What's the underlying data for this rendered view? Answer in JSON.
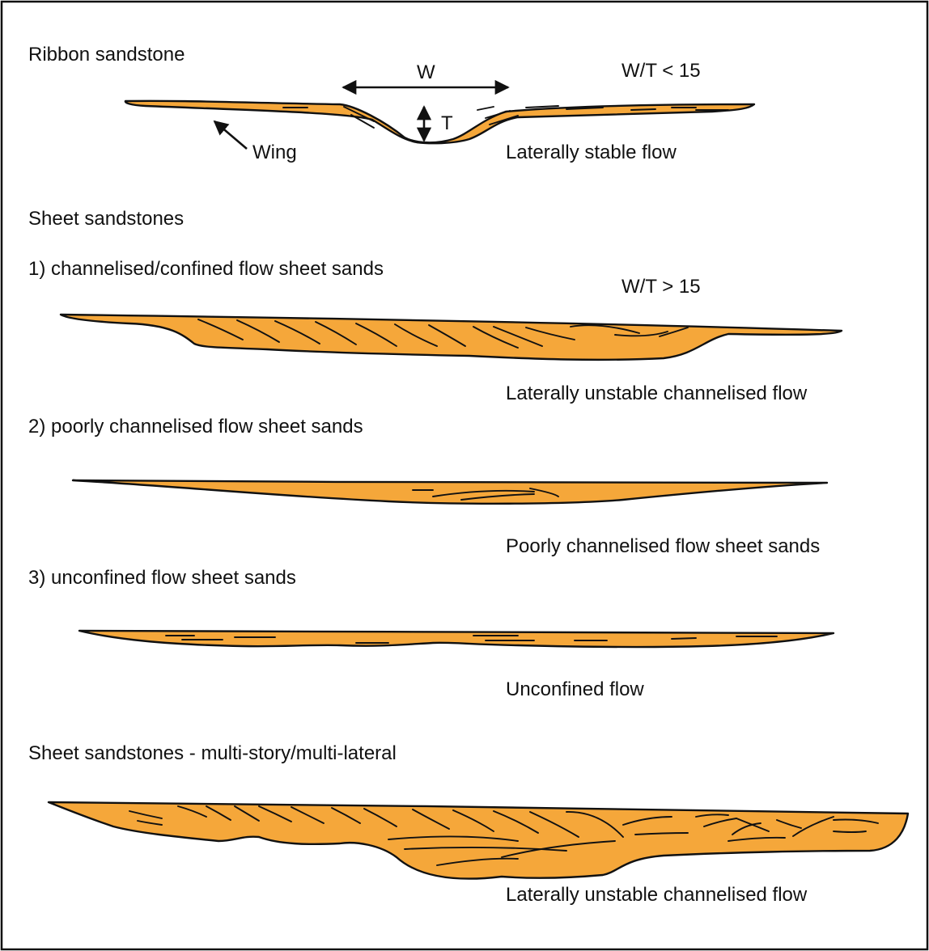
{
  "colors": {
    "sandstone_fill": "#f5a73a",
    "outline": "#111111",
    "background": "#ffffff"
  },
  "panels": {
    "ribbon": {
      "heading": "Ribbon sandstone",
      "width_symbol": "W",
      "thickness_symbol": "T",
      "ratio": "W/T < 15",
      "wing_label": "Wing",
      "flow_label": "Laterally stable flow"
    },
    "sheet_heading": "Sheet sandstones",
    "channelised": {
      "heading": "1) channelised/confined flow sheet sands",
      "ratio": "W/T > 15",
      "flow_label": "Laterally unstable channelised flow"
    },
    "poorly_channelised": {
      "heading": "2) poorly channelised flow sheet sands",
      "flow_label": "Poorly channelised flow sheet sands"
    },
    "unconfined": {
      "heading": "3) unconfined flow sheet sands",
      "flow_label": "Unconfined flow"
    },
    "multistory": {
      "heading": "Sheet sandstones - multi-story/multi-lateral",
      "flow_label": "Laterally unstable channelised flow"
    }
  }
}
